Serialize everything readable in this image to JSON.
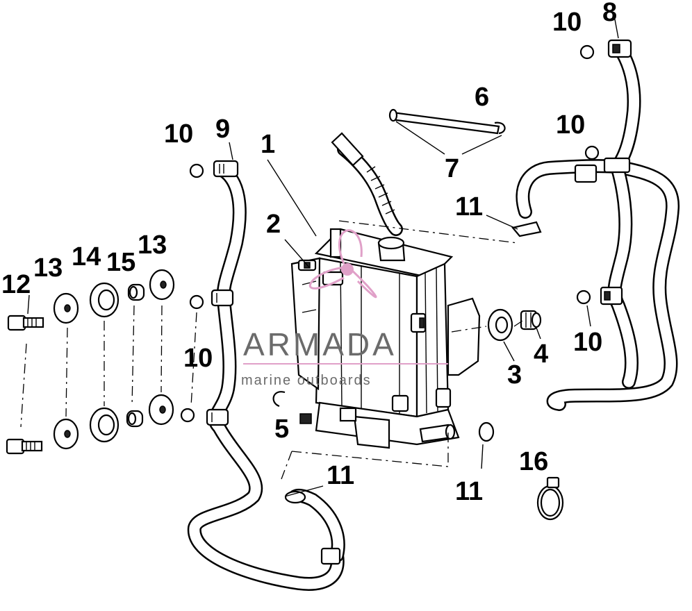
{
  "callouts": {
    "c1": "1",
    "c2": "2",
    "c3": "3",
    "c4": "4",
    "c5": "5",
    "c6": "6",
    "c7": "7",
    "c8": "8",
    "c9": "9",
    "c10a": "10",
    "c10b": "10",
    "c10c": "10",
    "c10d": "10",
    "c10e": "10",
    "c11a": "11",
    "c11b": "11",
    "c11c": "11",
    "c12": "12",
    "c13a": "13",
    "c13b": "13",
    "c14": "14",
    "c15": "15",
    "c16": "16"
  },
  "watermark": {
    "title": "ARMADA",
    "subtitle": "marine outboards",
    "logo": "propeller-logo",
    "color": "#e0a0c8"
  },
  "colors": {
    "line": "#000000",
    "background": "#ffffff",
    "watermark_text": "#6b6b6b"
  }
}
